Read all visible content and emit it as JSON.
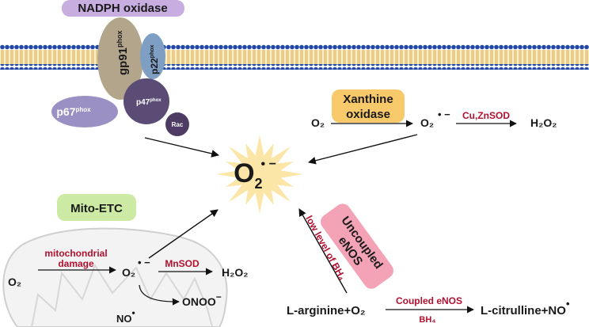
{
  "nadph": {
    "title": "NADPH oxidase",
    "gp91": "gp91",
    "gp91_sup": "phox",
    "p22": "p22",
    "p22_sup": "phox",
    "p47": "p47",
    "p47_sup": "phox",
    "p67": "p67",
    "p67_sup": "phox",
    "rac": "Rac"
  },
  "xanthine": {
    "label_line1": "Xanthine",
    "label_line2": "oxidase",
    "substrate": "O₂",
    "product": "O₂",
    "product_mark": "• −",
    "enzyme": "Cu,ZnSOD",
    "final": "H₂O₂"
  },
  "center": {
    "label": "O",
    "sub": "2",
    "sup": "• −"
  },
  "mito": {
    "label": "Mito-ETC",
    "damage_line1": "mitochondrial",
    "damage_line2": "damage",
    "substrate": "O₂",
    "superoxide": "O₂",
    "superoxide_mark": "• −",
    "enzyme": "MnSOD",
    "h2o2": "H₂O₂",
    "no": "NO",
    "no_mark": "•",
    "peroxynitrite": "ONOO",
    "peroxynitrite_mark": "−"
  },
  "enos": {
    "label_line1": "Uncoupled",
    "label_line2": "eNOS",
    "bh4_line": "low level of BH₄",
    "substrate": "L-arginine+O₂",
    "enzyme": "Coupled eNOS",
    "cofactor": "BH₄",
    "product": "L-citrulline+NO",
    "product_mark": "•"
  },
  "colors": {
    "nadph_label": "#c8aee0",
    "gp91": "#b2a58b",
    "p22": "#7f9ec4",
    "p47": "#5a4c75",
    "p67": "#9a90c4",
    "rac": "#4d3b63",
    "xanthine_box": "#f7c96b",
    "mito_box": "#cdeaa4",
    "enos_box": "#f3a3b5",
    "star": "#fbe6a8",
    "membrane_heads": "#2147a8",
    "membrane_tails": "#e8c270",
    "red_text": "#b2102f"
  }
}
